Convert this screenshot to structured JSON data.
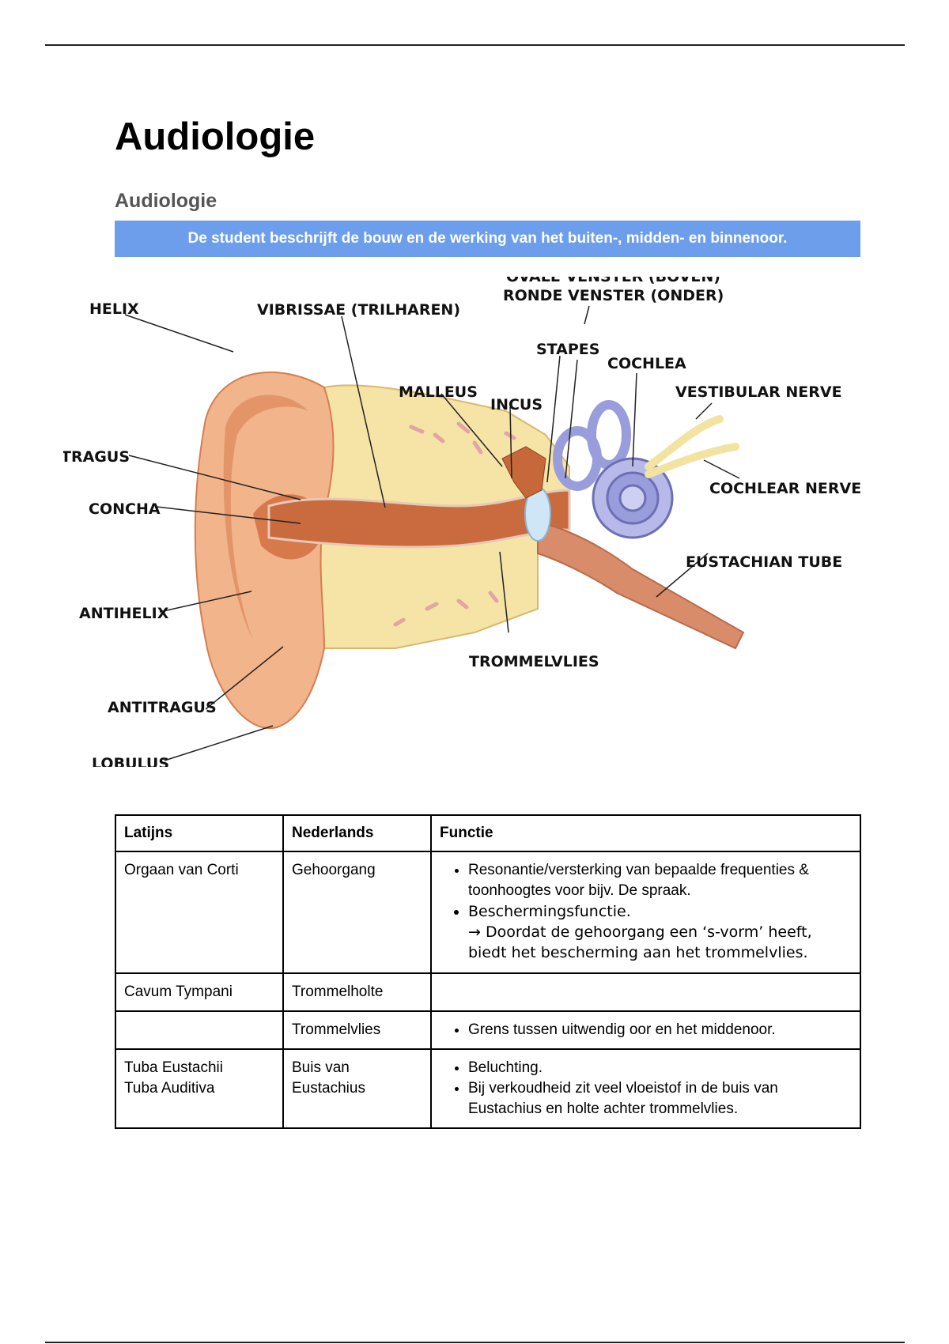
{
  "title": "Audiologie",
  "subtitle": "Audiologie",
  "objective": "De student beschrijft de bouw en de werking van het buiten-, midden- en binnenoor.",
  "diagram": {
    "labels": {
      "helix": "HELIX",
      "vibrissae": "VIBRISSAE (TRILHAREN)",
      "ovale": "OVALE VENSTER (BOVEN)",
      "ronde": "RONDE VENSTER (ONDER)",
      "stapes": "STAPES",
      "cochlea": "COCHLEA",
      "malleus": "MALLEUS",
      "incus": "INCUS",
      "vestibular": "VESTIBULAR NERVE",
      "tragus": "TRAGUS",
      "cochlear": "COCHLEAR NERVE",
      "concha": "CONCHA",
      "eustachian": "EUSTACHIAN TUBE",
      "antihelix": "ANTIHELIX",
      "trommelvlies": "TROMMELVLIES",
      "antitragus": "ANTITRAGUS",
      "lobulus": "LOBULUS"
    }
  },
  "table": {
    "headers": [
      "Latijns",
      "Nederlands",
      "Functie"
    ],
    "rows": [
      {
        "latijns": [
          "Orgaan van Corti"
        ],
        "nederlands": [
          "Gehoorgang"
        ],
        "functie": [
          "Resonantie/versterking van bepaalde frequenties & toonhoogtes voor bijv. De spraak.",
          "Beschermingsfunctie.",
          "→ Doordat de gehoorgang een ‘s-vorm’ heeft, biedt het bescherming aan het trommelvlies."
        ]
      },
      {
        "latijns": [
          "Cavum Tympani"
        ],
        "nederlands": [
          "Trommelholte"
        ],
        "functie": []
      },
      {
        "latijns": [
          ""
        ],
        "nederlands": [
          "Trommelvlies"
        ],
        "functie": [
          "Grens tussen uitwendig oor en het middenoor."
        ]
      },
      {
        "latijns": [
          "Tuba Eustachii",
          "Tuba Auditiva"
        ],
        "nederlands": [
          "Buis van",
          "Eustachius"
        ],
        "functie": [
          "Beluchting.",
          "Bij verkoudheid zit veel vloeistof in de buis van Eustachius en holte achter trommelvlies."
        ]
      }
    ]
  }
}
